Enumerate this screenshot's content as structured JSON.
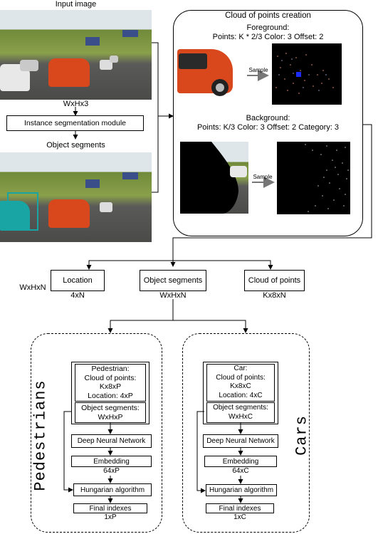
{
  "top": {
    "input_label": "Input image",
    "size_label": "WxHx3",
    "seg_module": "Instance segmentation module",
    "segments_label": "Object segments"
  },
  "cloud": {
    "title": "Cloud of points creation",
    "fg_title": "Foreground:",
    "fg_params": "Points: K * 2/3 Color: 3 Offset: 2",
    "sample1": "Sample",
    "bg_title": "Background:",
    "bg_params": "Points: K/3 Color: 3 Offset: 2 Category: 3",
    "sample2": "Sample"
  },
  "mid": {
    "wxhxn": "WxHxN",
    "location": "Location",
    "location_dim": "4xN",
    "segments": "Object segments",
    "segments_dim": "WxHxN",
    "cloud": "Cloud of points",
    "cloud_dim": "Kx8xN"
  },
  "pedestrians": {
    "side_label": "Pedestrians",
    "header_l1": "Pedestrian:",
    "header_l2": "Cloud of points:",
    "header_l3": "Kx8xP",
    "header_l4": "Location: 4xP",
    "seg_l1": "Object segments:",
    "seg_l2": "WxHxP",
    "dnn": "Deep Neural Network",
    "embedding": "Embedding",
    "embedding_dim": "64xP",
    "hungarian": "Hungarian algorithm",
    "final": "Final indexes",
    "final_dim": "1xP"
  },
  "cars": {
    "side_label": "Cars",
    "header_l1": "Car:",
    "header_l2": "Cloud of points:",
    "header_l3": "Kx8xC",
    "header_l4": "Location: 4xC",
    "seg_l1": "Object segments:",
    "seg_l2": "WxHxC",
    "dnn": "Deep Neural Network",
    "embedding": "Embedding",
    "embedding_dim": "64xC",
    "hungarian": "Hungarian algorithm",
    "final": "Final indexes",
    "final_dim": "1xC"
  },
  "colors": {
    "sky": "#dfe6ea",
    "trees": "#6f8a3a",
    "road": "#5a5a58",
    "car_orange": "#d9481c",
    "segment_teal": "#1aa5a5",
    "point_blue": "#1c2cff"
  }
}
